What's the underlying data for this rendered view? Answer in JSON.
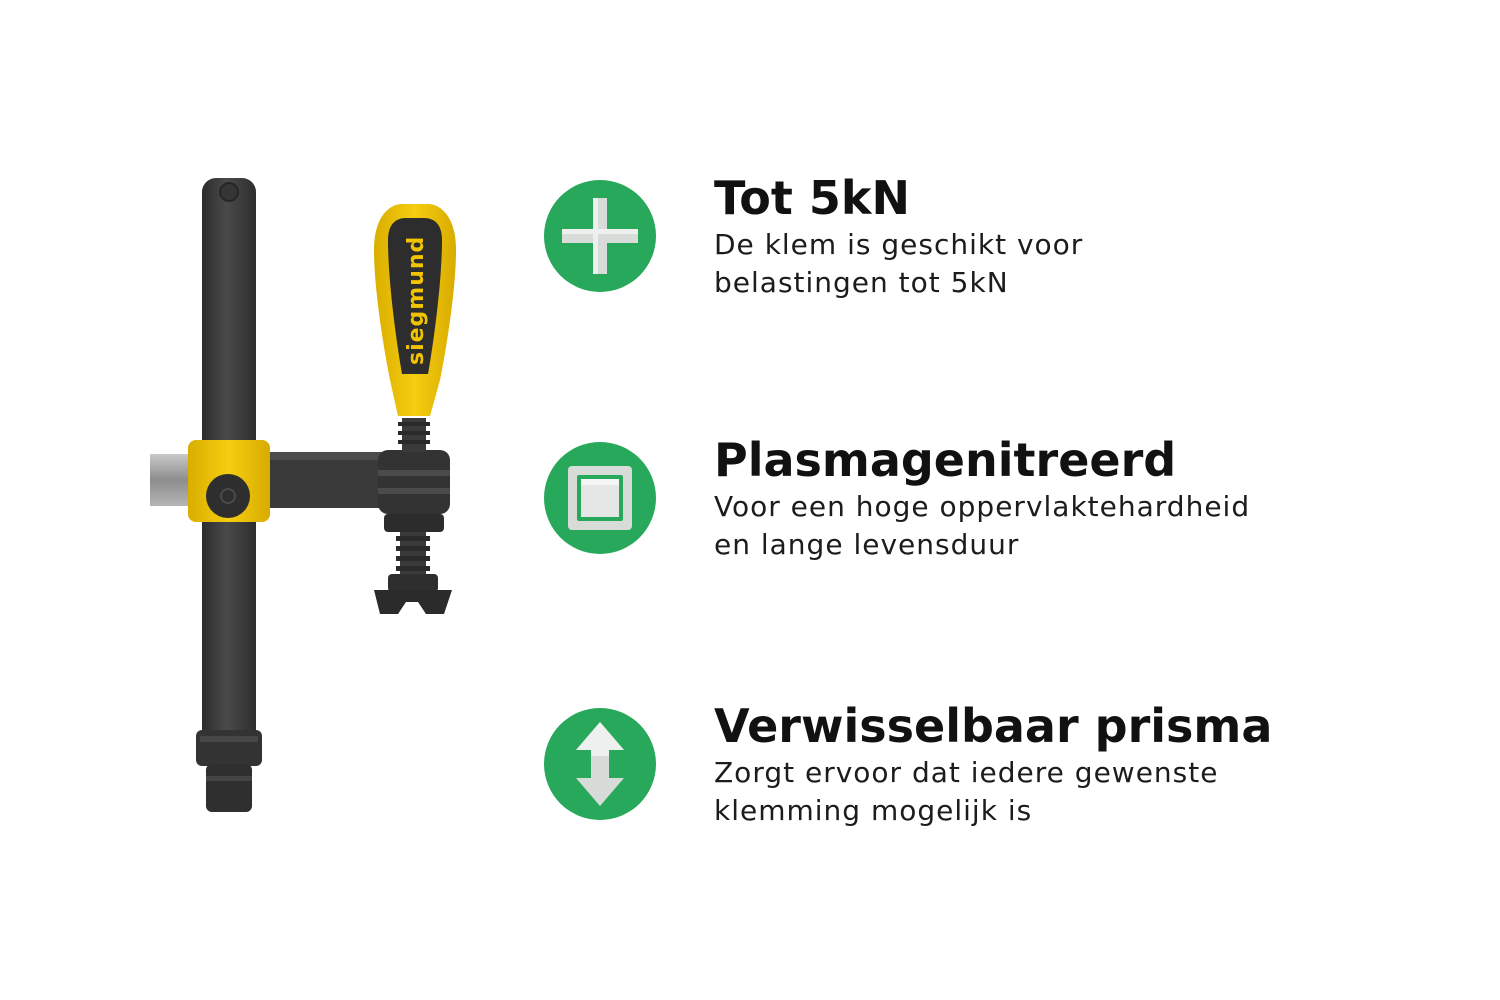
{
  "product": {
    "brand_logo_text": "siegmund",
    "colors": {
      "body": "#3d3d3d",
      "body_dark": "#2a2a2a",
      "accent_yellow": "#f2c400",
      "steel": "#9a9a9a"
    }
  },
  "features": [
    {
      "icon": "plus-icon",
      "title": "Tot 5kN",
      "description_lines": [
        "De klem is geschikt voor",
        "belastingen tot 5kN"
      ]
    },
    {
      "icon": "square-surface-icon",
      "title": "Plasmagenitreerd",
      "description_lines": [
        "Voor een hoge oppervlaktehardheid",
        "en lange levensduur"
      ]
    },
    {
      "icon": "up-down-arrow-icon",
      "title": "Verwisselbaar prisma",
      "description_lines": [
        "Zorgt ervoor dat iedere gewenste",
        "klemming mogelijk is"
      ]
    }
  ],
  "colors": {
    "badge_green": "#27a85a",
    "badge_symbol": "#d8dcd9",
    "text": "#111111"
  }
}
